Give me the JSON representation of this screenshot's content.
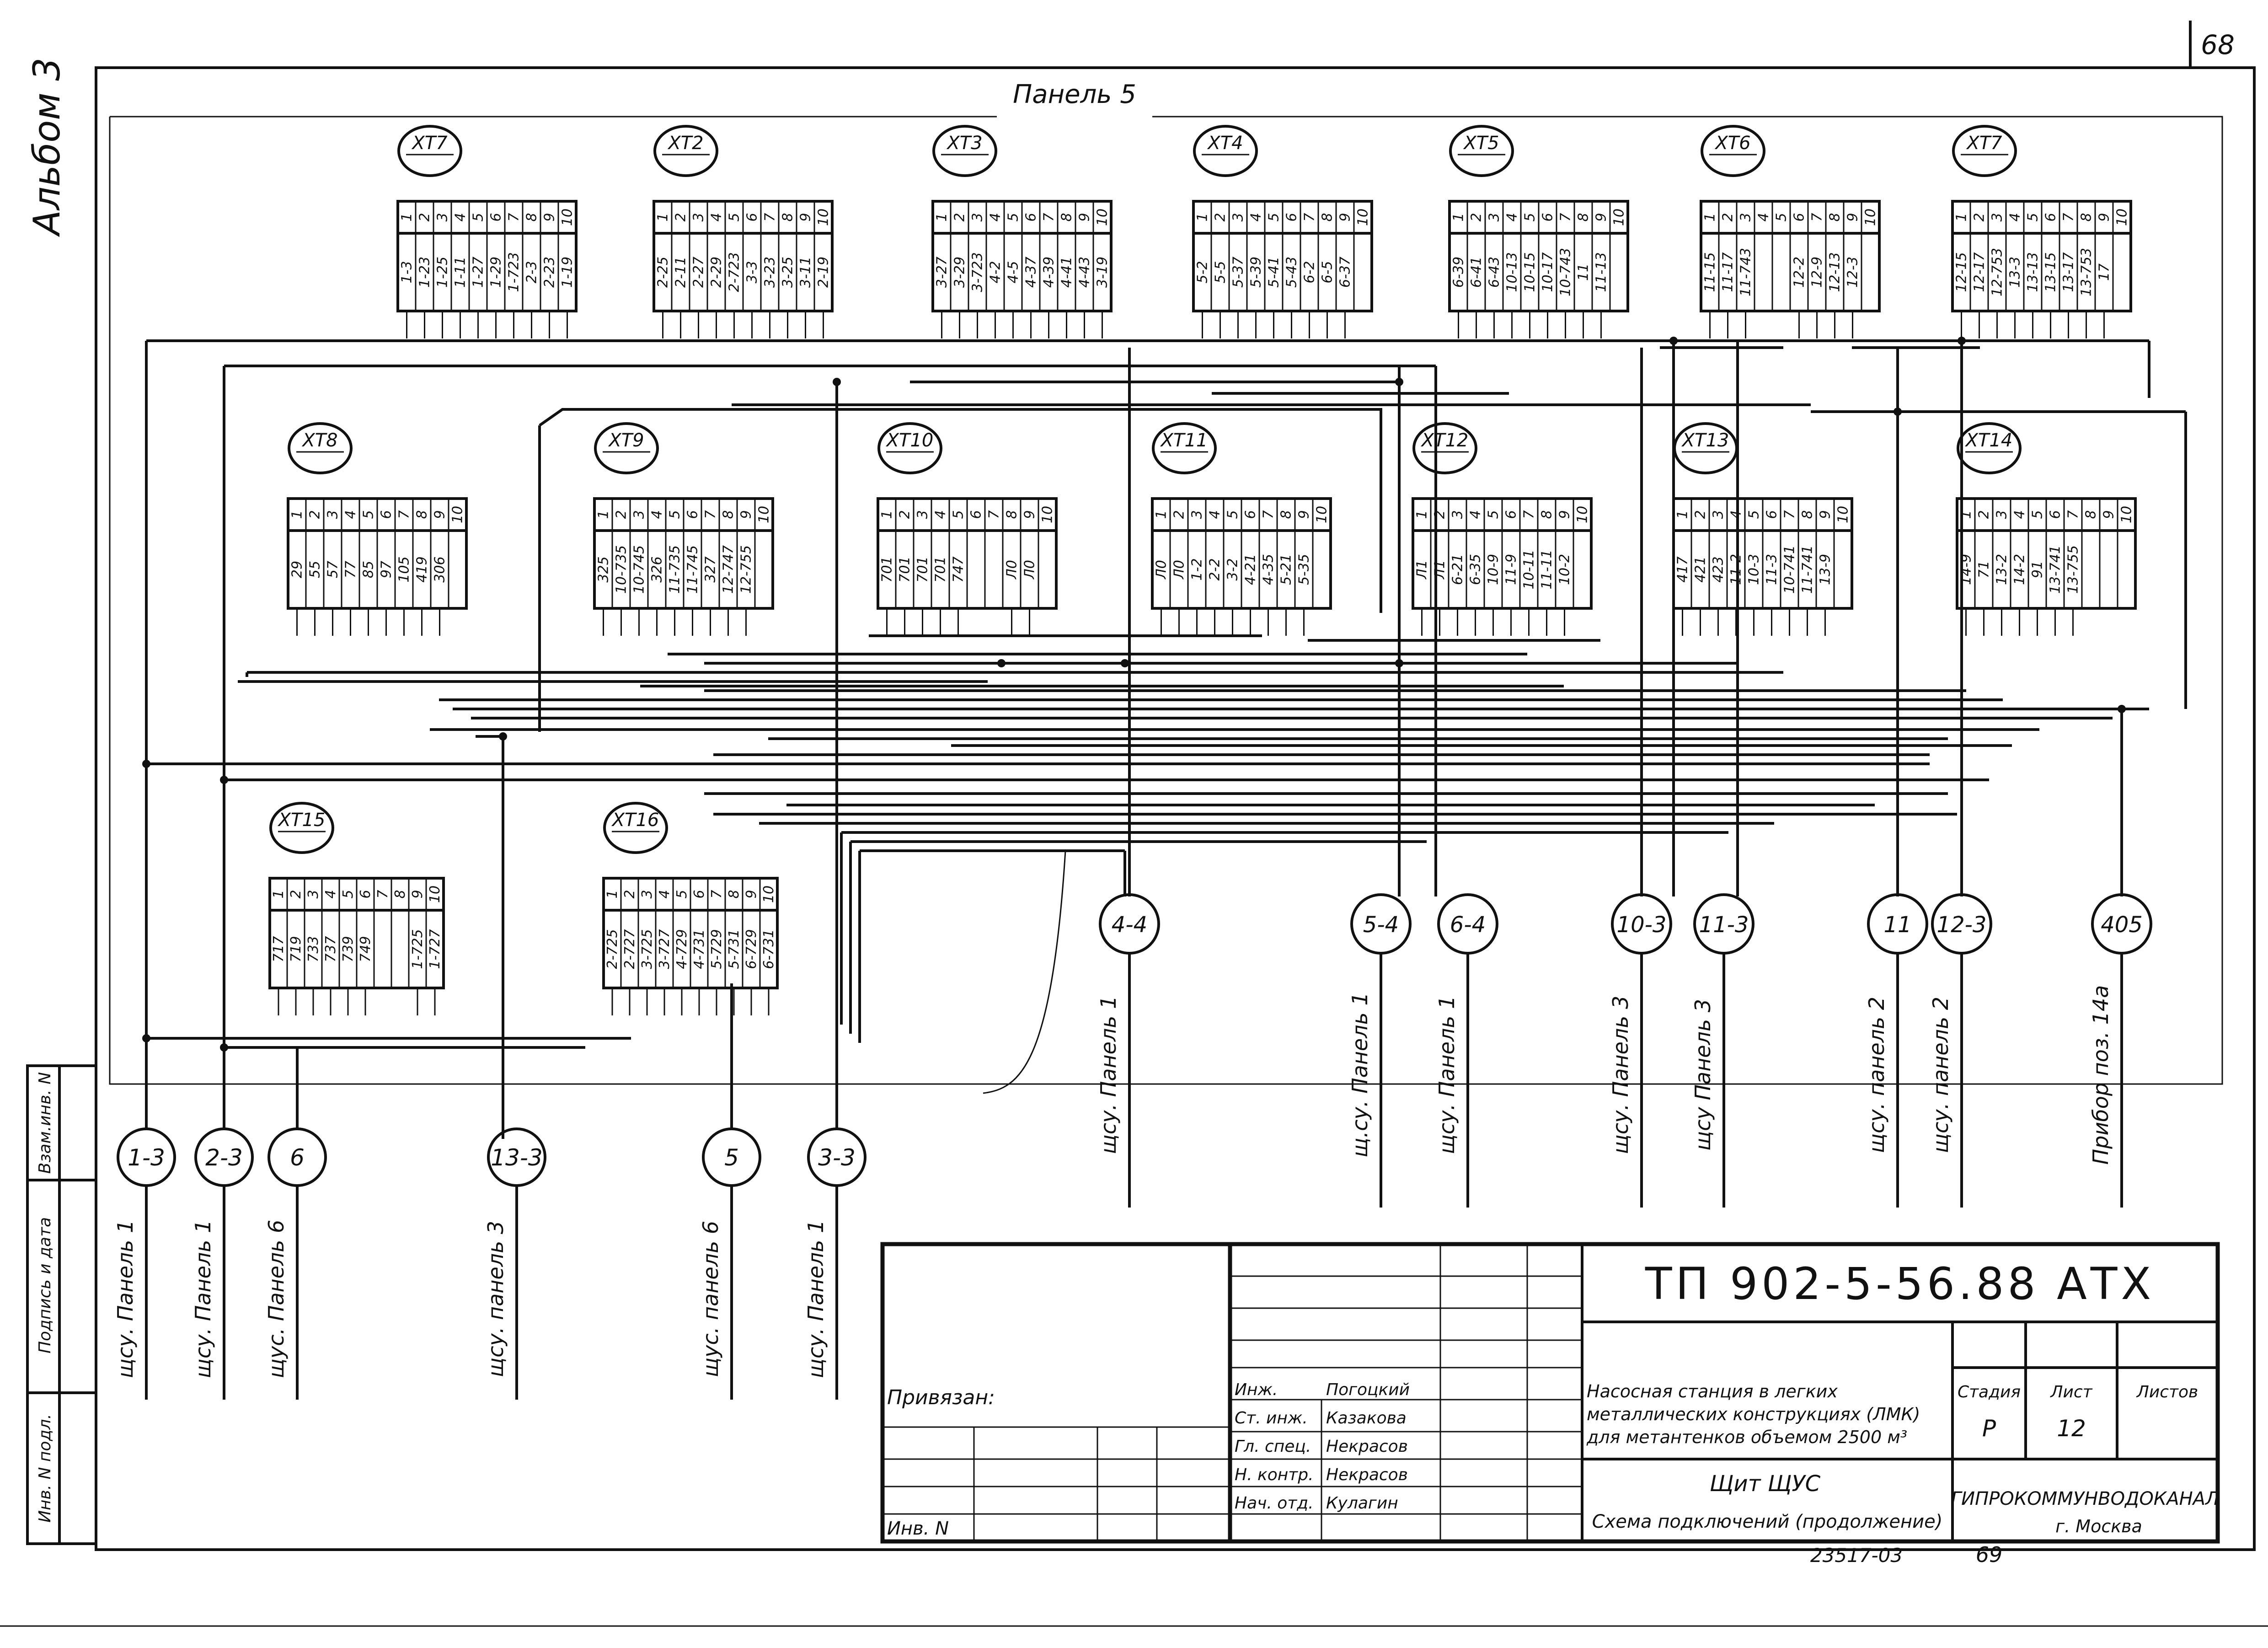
{
  "page_number": "68",
  "album": "Альбом 3",
  "panel_title": "Панель 5",
  "sheet_bottom_number": "69",
  "archive_number": "23517-03",
  "blocks_row1": [
    {
      "name": "XT7",
      "nums": [
        "1",
        "2",
        "3",
        "4",
        "5",
        "6",
        "7",
        "8",
        "9",
        "10"
      ],
      "codes": [
        "1-3",
        "1-23",
        "1-25",
        "1-11",
        "1-27",
        "1-29",
        "1-723",
        "2-3",
        "2-23",
        "1-19"
      ]
    },
    {
      "name": "XT2",
      "nums": [
        "1",
        "2",
        "3",
        "4",
        "5",
        "6",
        "7",
        "8",
        "9",
        "10"
      ],
      "codes": [
        "2-25",
        "2-11",
        "2-27",
        "2-29",
        "2-723",
        "3-3",
        "3-23",
        "3-25",
        "3-11",
        "2-19"
      ]
    },
    {
      "name": "XT3",
      "nums": [
        "1",
        "2",
        "3",
        "4",
        "5",
        "6",
        "7",
        "8",
        "9",
        "10"
      ],
      "codes": [
        "3-27",
        "3-29",
        "3-723",
        "4-2",
        "4-5",
        "4-37",
        "4-39",
        "4-41",
        "4-43",
        "3-19"
      ]
    },
    {
      "name": "XT4",
      "nums": [
        "1",
        "2",
        "3",
        "4",
        "5",
        "6",
        "7",
        "8",
        "9",
        "10"
      ],
      "codes": [
        "5-2",
        "5-5",
        "5-37",
        "5-39",
        "5-41",
        "5-43",
        "6-2",
        "6-5",
        "6-37",
        ""
      ]
    },
    {
      "name": "XT5",
      "nums": [
        "1",
        "2",
        "3",
        "4",
        "5",
        "6",
        "7",
        "8",
        "9",
        "10"
      ],
      "codes": [
        "6-39",
        "6-41",
        "6-43",
        "10-13",
        "10-15",
        "10-17",
        "10-743",
        "11",
        "11-13",
        ""
      ]
    },
    {
      "name": "XT6",
      "nums": [
        "1",
        "2",
        "3",
        "4",
        "5",
        "6",
        "7",
        "8",
        "9",
        "10"
      ],
      "codes": [
        "11-15",
        "11-17",
        "11-743",
        "",
        "",
        "12-2",
        "12-9",
        "12-13",
        "12-3",
        ""
      ]
    },
    {
      "name": "XT7",
      "nums": [
        "1",
        "2",
        "3",
        "4",
        "5",
        "6",
        "7",
        "8",
        "9",
        "10"
      ],
      "codes": [
        "12-15",
        "12-17",
        "12-753",
        "13-3",
        "13-13",
        "13-15",
        "13-17",
        "13-753",
        "17",
        ""
      ]
    }
  ],
  "blocks_row2": [
    {
      "name": "XT8",
      "nums": [
        "1",
        "2",
        "3",
        "4",
        "5",
        "6",
        "7",
        "8",
        "9",
        "10"
      ],
      "codes": [
        "29",
        "55",
        "57",
        "77",
        "85",
        "97",
        "105",
        "419",
        "306",
        ""
      ]
    },
    {
      "name": "XT9",
      "nums": [
        "1",
        "2",
        "3",
        "4",
        "5",
        "6",
        "7",
        "8",
        "9",
        "10"
      ],
      "codes": [
        "325",
        "10-735",
        "10-745",
        "326",
        "11-735",
        "11-745",
        "327",
        "12-747",
        "12-755",
        ""
      ]
    },
    {
      "name": "XT10",
      "nums": [
        "1",
        "2",
        "3",
        "4",
        "5",
        "6",
        "7",
        "8",
        "9",
        "10"
      ],
      "codes": [
        "701",
        "701",
        "701",
        "701",
        "747",
        "",
        "",
        "Л0",
        "Л0",
        ""
      ]
    },
    {
      "name": "XT11",
      "nums": [
        "1",
        "2",
        "3",
        "4",
        "5",
        "6",
        "7",
        "8",
        "9",
        "10"
      ],
      "codes": [
        "Л0",
        "Л0",
        "1-2",
        "2-2",
        "3-2",
        "4-21",
        "4-35",
        "5-21",
        "5-35",
        ""
      ]
    },
    {
      "name": "XT12",
      "nums": [
        "1",
        "2",
        "3",
        "4",
        "5",
        "6",
        "7",
        "8",
        "9",
        "10"
      ],
      "codes": [
        "Л1",
        "Л1",
        "6-21",
        "6-35",
        "10-9",
        "11-9",
        "10-11",
        "11-11",
        "10-2",
        ""
      ]
    },
    {
      "name": "XT13",
      "nums": [
        "1",
        "2",
        "3",
        "4",
        "5",
        "6",
        "7",
        "8",
        "9",
        "10"
      ],
      "codes": [
        "417",
        "421",
        "423",
        "11-2",
        "10-3",
        "11-3",
        "10-741",
        "11-741",
        "13-9",
        ""
      ]
    },
    {
      "name": "XT14",
      "nums": [
        "1",
        "2",
        "3",
        "4",
        "5",
        "6",
        "7",
        "8",
        "9",
        "10"
      ],
      "codes": [
        "14-9",
        "71",
        "13-2",
        "14-2",
        "91",
        "13-741",
        "13-755",
        "",
        "",
        ""
      ]
    }
  ],
  "blocks_row3": [
    {
      "name": "XT15",
      "nums": [
        "1",
        "2",
        "3",
        "4",
        "5",
        "6",
        "7",
        "8",
        "9",
        "10"
      ],
      "codes": [
        "717",
        "719",
        "733",
        "737",
        "739",
        "749",
        "",
        "",
        "1-725",
        "1-727"
      ]
    },
    {
      "name": "XT16",
      "nums": [
        "1",
        "2",
        "3",
        "4",
        "5",
        "6",
        "7",
        "8",
        "9",
        "10"
      ],
      "codes": [
        "2-725",
        "2-727",
        "3-725",
        "3-727",
        "4-729",
        "4-731",
        "5-729",
        "5-731",
        "6-729",
        "6-731"
      ]
    }
  ],
  "left_terminals": [
    {
      "label": "1-3",
      "dest": "щсу. Панель 1"
    },
    {
      "label": "2-3",
      "dest": "щсу. Панель 1"
    },
    {
      "label": "6",
      "dest": "щус. Панель 6"
    },
    {
      "label": "13-3",
      "dest": "щсу. панель 3"
    },
    {
      "label": "5",
      "dest": "щус. панель 6"
    },
    {
      "label": "3-3",
      "dest": "щсу. Панель 1"
    }
  ],
  "right_terminals": [
    {
      "label": "4-4",
      "dest": "щсу. Панель 1"
    },
    {
      "label": "5-4",
      "dest": "щ.су. Панель 1"
    },
    {
      "label": "6-4",
      "dest": "щсу. Панель 1"
    },
    {
      "label": "10-3",
      "dest": "щсу. Панель 3"
    },
    {
      "label": "11-3",
      "dest": "щсу Панель 3"
    },
    {
      "label": "11",
      "dest": "щсу. панель 2"
    },
    {
      "label": "12-3",
      "dest": "щсу. панель 2"
    },
    {
      "label": "405",
      "dest": "Прибор поз. 14а"
    }
  ],
  "side_stamp": {
    "inv_podl": "Инв. N подл.",
    "podpis": "Подпись и дата",
    "vzam": "Взам.инв. N"
  },
  "title_block": {
    "code": "ТП 902-5-56.88   АТХ",
    "privyazan": "Привязан:",
    "inv": "Инв. N",
    "object_line1": "Насосная станция в легких",
    "object_line2": "металлических конструкциях (ЛМК)",
    "object_line3": "для метантенков объемом 2500 м³",
    "sheet_title_line1": "Щит ЩУС",
    "sheet_title_line2": "Схема подключений (продолжение)",
    "col_stage": "Стадия",
    "col_sheet": "Лист",
    "col_sheets": "Листов",
    "stage": "Р",
    "sheet": "12",
    "sheets": "",
    "organization_line1": "ГИПРОКОММУНВОДОКАНАЛ",
    "organization_line2": "г. Москва",
    "roles": [
      {
        "role": "Инж.",
        "name": "Погоцкий"
      },
      {
        "role": "Ст. инж.",
        "name": "Казакова"
      },
      {
        "role": "Гл. спец.",
        "name": "Некрасов"
      },
      {
        "role": "Н. контр.",
        "name": "Некрасов"
      },
      {
        "role": "Нач. отд.",
        "name": "Кулагин"
      }
    ]
  }
}
